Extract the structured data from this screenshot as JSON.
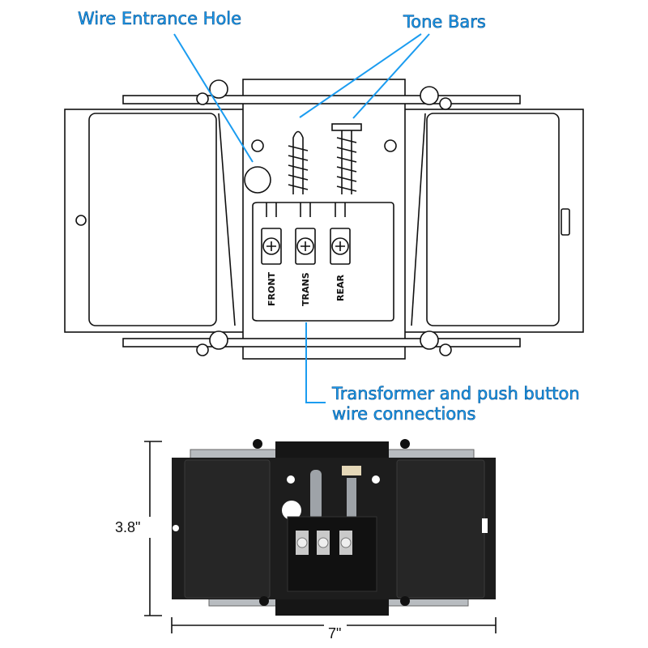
{
  "callouts": {
    "wire_hole": "Wire Entrance Hole",
    "tone_bars": "Tone Bars",
    "connections_line1": "Transformer and push button",
    "connections_line2": "wire connections"
  },
  "terminals": [
    "FRONT",
    "TRANS",
    "REAR"
  ],
  "dimensions": {
    "height": "3.8\"",
    "width": "7\""
  },
  "colors": {
    "callout": "#1b9cf0",
    "line": "#111111",
    "housing": "#1a1a1a"
  }
}
